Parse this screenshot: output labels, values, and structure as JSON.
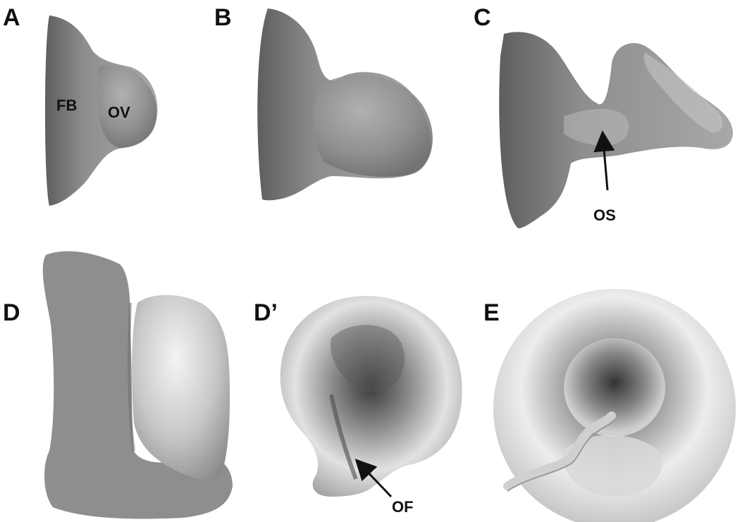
{
  "panels": [
    {
      "id": "A",
      "label": "A",
      "annotations": [
        "FB",
        "OV"
      ]
    },
    {
      "id": "B",
      "label": "B",
      "annotations": []
    },
    {
      "id": "C",
      "label": "C",
      "annotations": [
        "OS"
      ]
    },
    {
      "id": "D",
      "label": "D",
      "annotations": []
    },
    {
      "id": "Dp",
      "label": "D’",
      "annotations": [
        "OF"
      ]
    },
    {
      "id": "E",
      "label": "E",
      "annotations": []
    }
  ],
  "colors": {
    "surface_dark": "#6e6e6e",
    "surface_mid": "#9c9c9c",
    "surface_light": "#d2d2d2",
    "surface_white": "#f2f2f2",
    "label": "#111111"
  }
}
